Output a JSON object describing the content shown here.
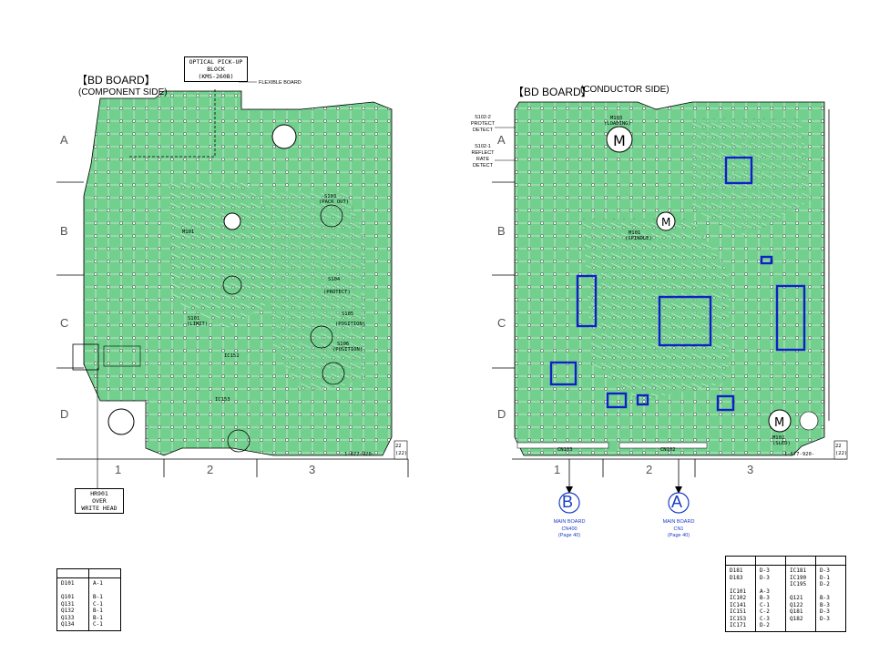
{
  "left_board": {
    "title": "【BD BOARD】",
    "subtitle": "(COMPONENT SIDE)",
    "optical_label": [
      "OPTICAL PICK-UP",
      "BLOCK",
      "(KMS-260B)"
    ],
    "flexible_label": "FLEXIBLE BOARD",
    "rows": [
      "A",
      "B",
      "C",
      "D"
    ],
    "cols": [
      "1",
      "2",
      "3"
    ],
    "board_number": "1-677-920-",
    "page_tag": [
      "22",
      "(22)"
    ],
    "head_label": [
      "HR901",
      "OVER",
      "WRITE HEAD"
    ],
    "parts": [
      "S103",
      "(PACK OUT)",
      "S101",
      "(LIMIT)",
      "S104",
      "(PROTECT)",
      "S105",
      "(POSITION)",
      "S106",
      "(POSITION)",
      "IC152",
      "IC153",
      "M101"
    ]
  },
  "right_board": {
    "title": "【BD BOARD】",
    "subtitle": "(CONDUCTOR SIDE)",
    "switch_labels": [
      [
        "S102-2",
        "PROTECT",
        "DETECT"
      ],
      [
        "S102-1",
        "REFLECT",
        "RATE",
        "DETECT"
      ]
    ],
    "motor_labels": [
      "M103",
      "(LOADING)",
      "M101",
      "(SPINDLE)",
      "M102",
      "(SLED)"
    ],
    "rows": [
      "A",
      "B",
      "C",
      "D"
    ],
    "cols": [
      "1",
      "2",
      "3"
    ],
    "board_number": "1-677-920-",
    "page_tag": [
      "22",
      "(22)"
    ],
    "connectors": [
      "CN103",
      "CN102"
    ],
    "refs": [
      {
        "letter": "B",
        "lines": [
          "MAIN BOARD",
          "CN400",
          "(Page 40)"
        ]
      },
      {
        "letter": "A",
        "lines": [
          "MAIN BOARD",
          "CN1",
          "(Page 40)"
        ]
      }
    ]
  },
  "table_left": {
    "rows": [
      [
        "D101",
        "A-1"
      ],
      [
        "",
        ""
      ],
      [
        "Q101",
        "B-1"
      ],
      [
        "Q131",
        "C-1"
      ],
      [
        "Q132",
        "B-1"
      ],
      [
        "Q133",
        "B-1"
      ],
      [
        "Q134",
        "C-1"
      ]
    ]
  },
  "table_right": {
    "col1": "D181\nD183\n\nIC101\nIC102\nIC141\nIC151\nIC153\nIC171",
    "col2": "D-3\nD-3\n\nA-3\nB-3\nC-1\nC-2\nC-3\nD-2",
    "col3": "IC181\nIC190\nIC195\n\nQ121\nQ122\nQ181\nQ182",
    "col4": "D-3\nD-1\nD-2\n\nB-3\nB-3\nD-3\nD-3"
  },
  "colors": {
    "board": "#72cf8e",
    "board_light": "#a9e4b8",
    "trace": "#ffffff",
    "highlight": "#1020c8"
  }
}
